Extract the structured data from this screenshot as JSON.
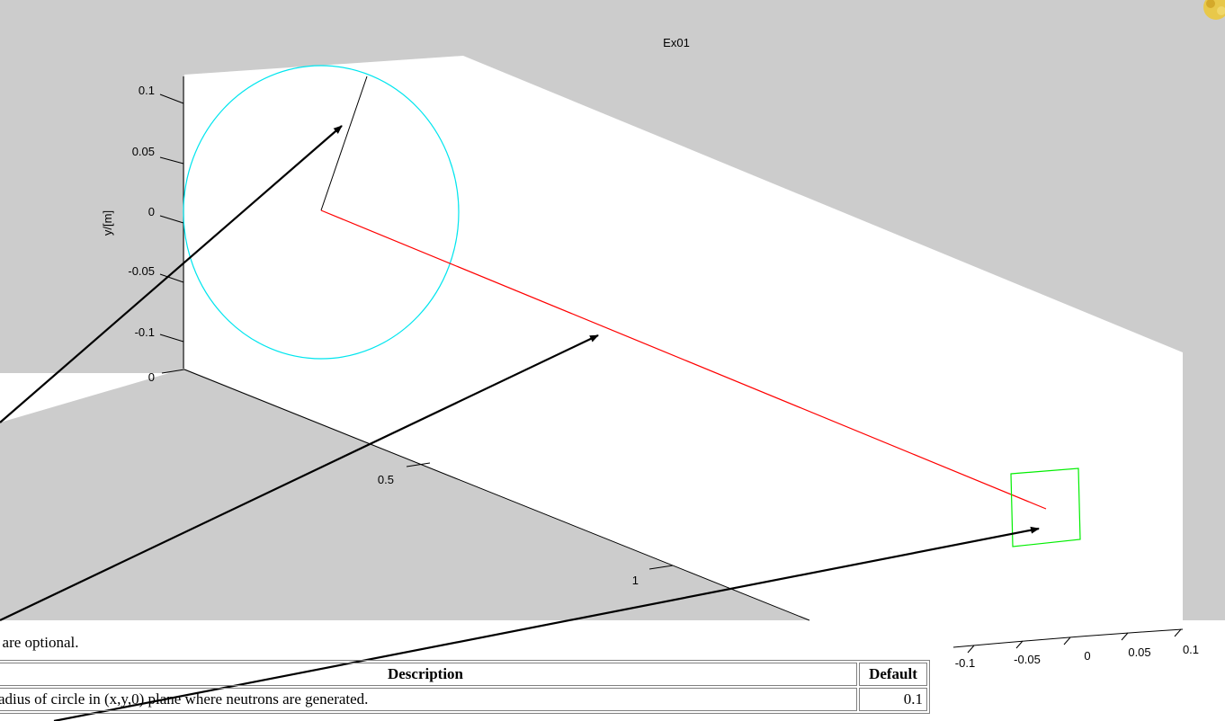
{
  "figure": {
    "title": "Ex01",
    "y_axis_label": "y/[m]",
    "y_ticks": [
      "0.1",
      "0.05",
      "0",
      "-0.05",
      "-0.1"
    ],
    "z_ticks": [
      "0",
      "0.5",
      "1"
    ],
    "x_ticks": [
      "-0.1",
      "-0.05",
      "0",
      "0.05",
      "0.1"
    ],
    "colors": {
      "background": "#cccccc",
      "axes_face": "#ffffff",
      "source_circle": "#00e5ee",
      "beam_line": "#ff0000",
      "monitor_square": "#00ee00",
      "radius_line": "#000000",
      "arrows": "#000000"
    }
  },
  "chart_data": {
    "type": "3d-line",
    "title": "Ex01",
    "ylabel": "y/[m]",
    "y_ticks": [
      0.1,
      0.05,
      0,
      -0.05,
      -0.1
    ],
    "z_ticks": [
      0,
      0.5,
      1
    ],
    "x_ticks": [
      -0.1,
      -0.05,
      0,
      0.05,
      0.1
    ],
    "series": [
      {
        "kind": "circle",
        "color": "#00e5ee",
        "radius": 0.1,
        "z": 0
      },
      {
        "kind": "line",
        "color": "#000000",
        "from": [
          0,
          0,
          0
        ],
        "to": [
          0.02,
          0.1,
          0
        ]
      },
      {
        "kind": "line",
        "color": "#ff0000",
        "from": [
          0,
          0,
          0
        ],
        "to": [
          0,
          0,
          1.2
        ]
      },
      {
        "kind": "square",
        "color": "#00ee00",
        "z": 1.2
      }
    ]
  },
  "doc": {
    "note": "rs are optional.",
    "table": {
      "headers": {
        "description": "Description",
        "default": "Default"
      },
      "rows": [
        {
          "description": "adius of circle in (x,y,0) plane where neutrons are generated.",
          "default": "0.1"
        }
      ]
    }
  }
}
